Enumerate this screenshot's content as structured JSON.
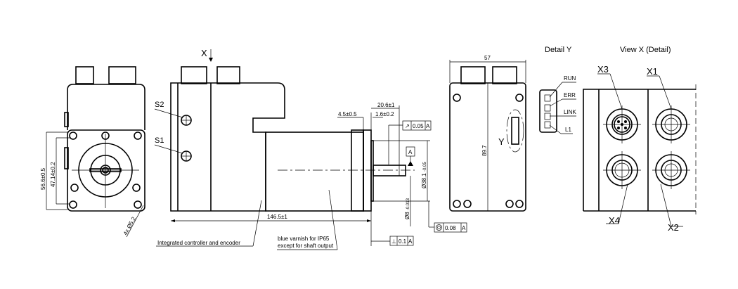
{
  "view_labels": {
    "view_x_arrow": "X",
    "detail_y": "Detail Y",
    "view_x_detail": "View X   (Detail)",
    "y_marker": "Y"
  },
  "switches": {
    "s1": "S1",
    "s2": "S2"
  },
  "front_view": {
    "outer_square": "56.6±0.5",
    "hole_pitch": "47.14±0.2",
    "holes": "4x Ø5.2"
  },
  "side_view": {
    "length": "146.5±1",
    "flange_thickness": "4.5±0.5",
    "pilot_height": "1.6±0.2",
    "shaft_length": "20.6±1",
    "runout": "0.05",
    "datum": "A",
    "pilot_diameter": "Ø38.1",
    "pilot_tol_upper": "0",
    "pilot_tol_lower": "-0.05",
    "shaft_diameter": "Ø8",
    "shaft_tol_upper": "0",
    "shaft_tol_lower": "-0.013",
    "concentricity": "0.08",
    "perpendicularity": "0.1",
    "note_controller": "Integrated controller and encoder",
    "note_varnish_1": "blue varnish for IP65",
    "note_varnish_2": "except for shaft output"
  },
  "rear_view": {
    "width": "57",
    "height": "89.7"
  },
  "leds": [
    "RUN",
    "ERR",
    "LINK",
    "L1"
  ],
  "connectors": [
    "X3",
    "X1",
    "X4",
    "X2"
  ]
}
